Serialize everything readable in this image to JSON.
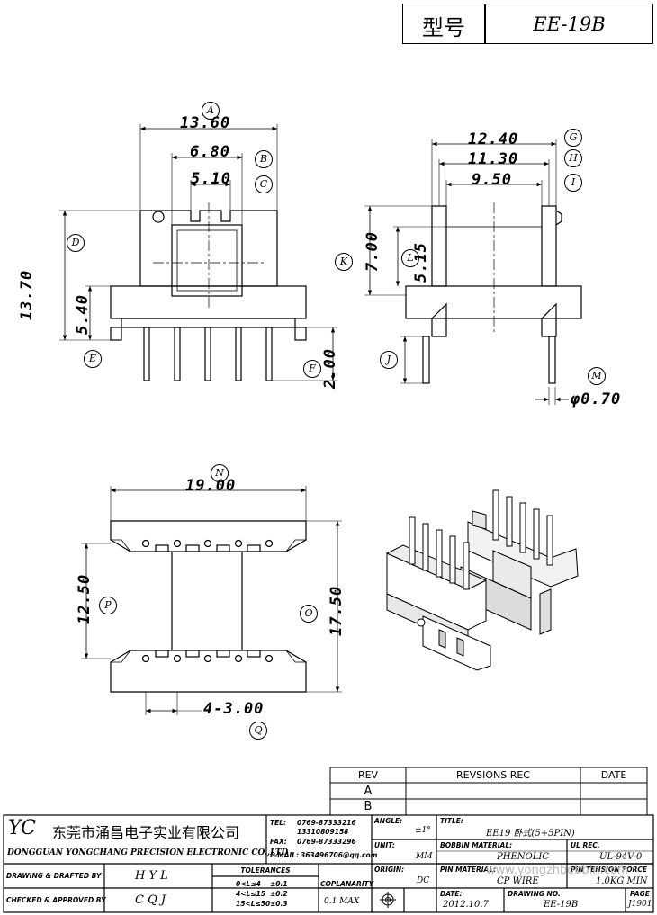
{
  "header": {
    "model_label": "型号",
    "model_value": "EE-19B"
  },
  "top_view": {
    "dim_a": "13.60",
    "dim_b": "6.80",
    "dim_c": "5.10",
    "dim_d": "13.70",
    "dim_e": "5.40",
    "dim_f": "2.00",
    "tag_a": "A",
    "tag_b": "B",
    "tag_c": "C",
    "tag_d": "D",
    "tag_e": "E",
    "tag_f": "F"
  },
  "side_view": {
    "dim_g": "12.40",
    "dim_h": "11.30",
    "dim_i": "9.50",
    "dim_k": "7.00",
    "dim_l": "5.15",
    "dim_m": "φ0.70",
    "tag_g": "G",
    "tag_h": "H",
    "tag_i": "I",
    "tag_j": "J",
    "tag_k": "K",
    "tag_l": "L",
    "tag_m": "M"
  },
  "bottom_view": {
    "dim_n": "19.00",
    "dim_o": "17.50",
    "dim_p": "12.50",
    "dim_q": "4-3.00",
    "tag_n": "N",
    "tag_o": "O",
    "tag_p": "P",
    "tag_q": "Q"
  },
  "revision_table": {
    "headers": {
      "rev": "REV",
      "revisions": "REVSIONS REC",
      "date": "DATE"
    },
    "rows": [
      "A",
      "B"
    ]
  },
  "title_block": {
    "logo": "YC",
    "company_cn": "东莞市涌昌电子实业有限公司",
    "company_en": "DONGGUAN YONGCHANG PRECISION ELECTRONIC CO.,LTD",
    "tel_label": "TEL:",
    "tel_1": "0769-87333216",
    "tel_2": "13310809158",
    "fax_label": "FAX:",
    "fax": "0769-87333296",
    "email_label": "E-MAIL:",
    "email": "363496706@qq.com",
    "angle_label": "ANGLE:",
    "angle_value": "±1°",
    "title_label": "TITLE:",
    "title_value": "EE19 卧式(5+5PIN)",
    "unit_label": "UNIT:",
    "unit_value": "MM",
    "bobbin_material_label": "BOBBIN MATERIAL:",
    "bobbin_material_value": "PHENOLIC",
    "ul_rec_label": "UL REC.",
    "ul_rec_value": "UL-94V-0",
    "origin_label": "ORIGIN:",
    "origin_value": "DC",
    "pin_material_label": "PIN MATERIAL:",
    "pin_material_value": "CP WIRE",
    "pin_tension_label": "PIN TENSION FORCE",
    "pin_tension_value": "1.0KG MIN",
    "watermark": "www.yongzhbobbin.com",
    "drawn_label": "DRAWING & DRAFTED BY",
    "drawn_value": "H Y L",
    "checked_label": "CHECKED & APPROVED BY",
    "checked_value": "C Q J",
    "tolerances_label": "TOLERANCES",
    "tol_1_range": "0<L≤4",
    "tol_1_value": "±0.1",
    "tol_2_range": "4<L≤15",
    "tol_2_value": "±0.2",
    "tol_3_range": "15<L≤50",
    "tol_3_value": "±0.3",
    "coplanarity_label": "COPLANARITY",
    "coplanarity_value": "0.1 MAX",
    "date_label": "DATE:",
    "date_value": "2012.10.7",
    "drawing_no_label": "DRAWING NO.",
    "drawing_no_value": "EE-19B",
    "page_label": "PAGE",
    "page_value": "J1901"
  }
}
